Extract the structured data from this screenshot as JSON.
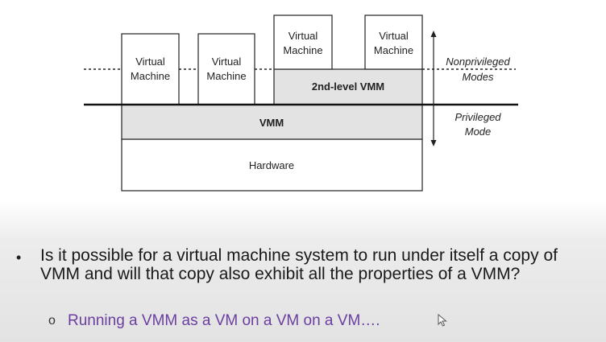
{
  "diagram": {
    "vm_line1": "Virtual",
    "vm_line2": "Machine",
    "second_level_vmm": "2nd-level VMM",
    "vmm": "VMM",
    "hardware": "Hardware",
    "nonprivileged_line1": "Nonprivileged",
    "nonprivileged_line2": "Modes",
    "privileged_line1": "Privileged",
    "privileged_line2": "Mode"
  },
  "bullets": {
    "main": "Is it possible for  a virtual machine system to run under itself a copy of VMM and will that copy also exhibit all the properties of a VMM?",
    "main_marker": "•",
    "sub": "Running a VMM as a VM on a VM on a VM….",
    "sub_marker": "o"
  },
  "colors": {
    "box_fill_shaded": "#e3e3e3",
    "sub_text": "#6b3fa0"
  }
}
